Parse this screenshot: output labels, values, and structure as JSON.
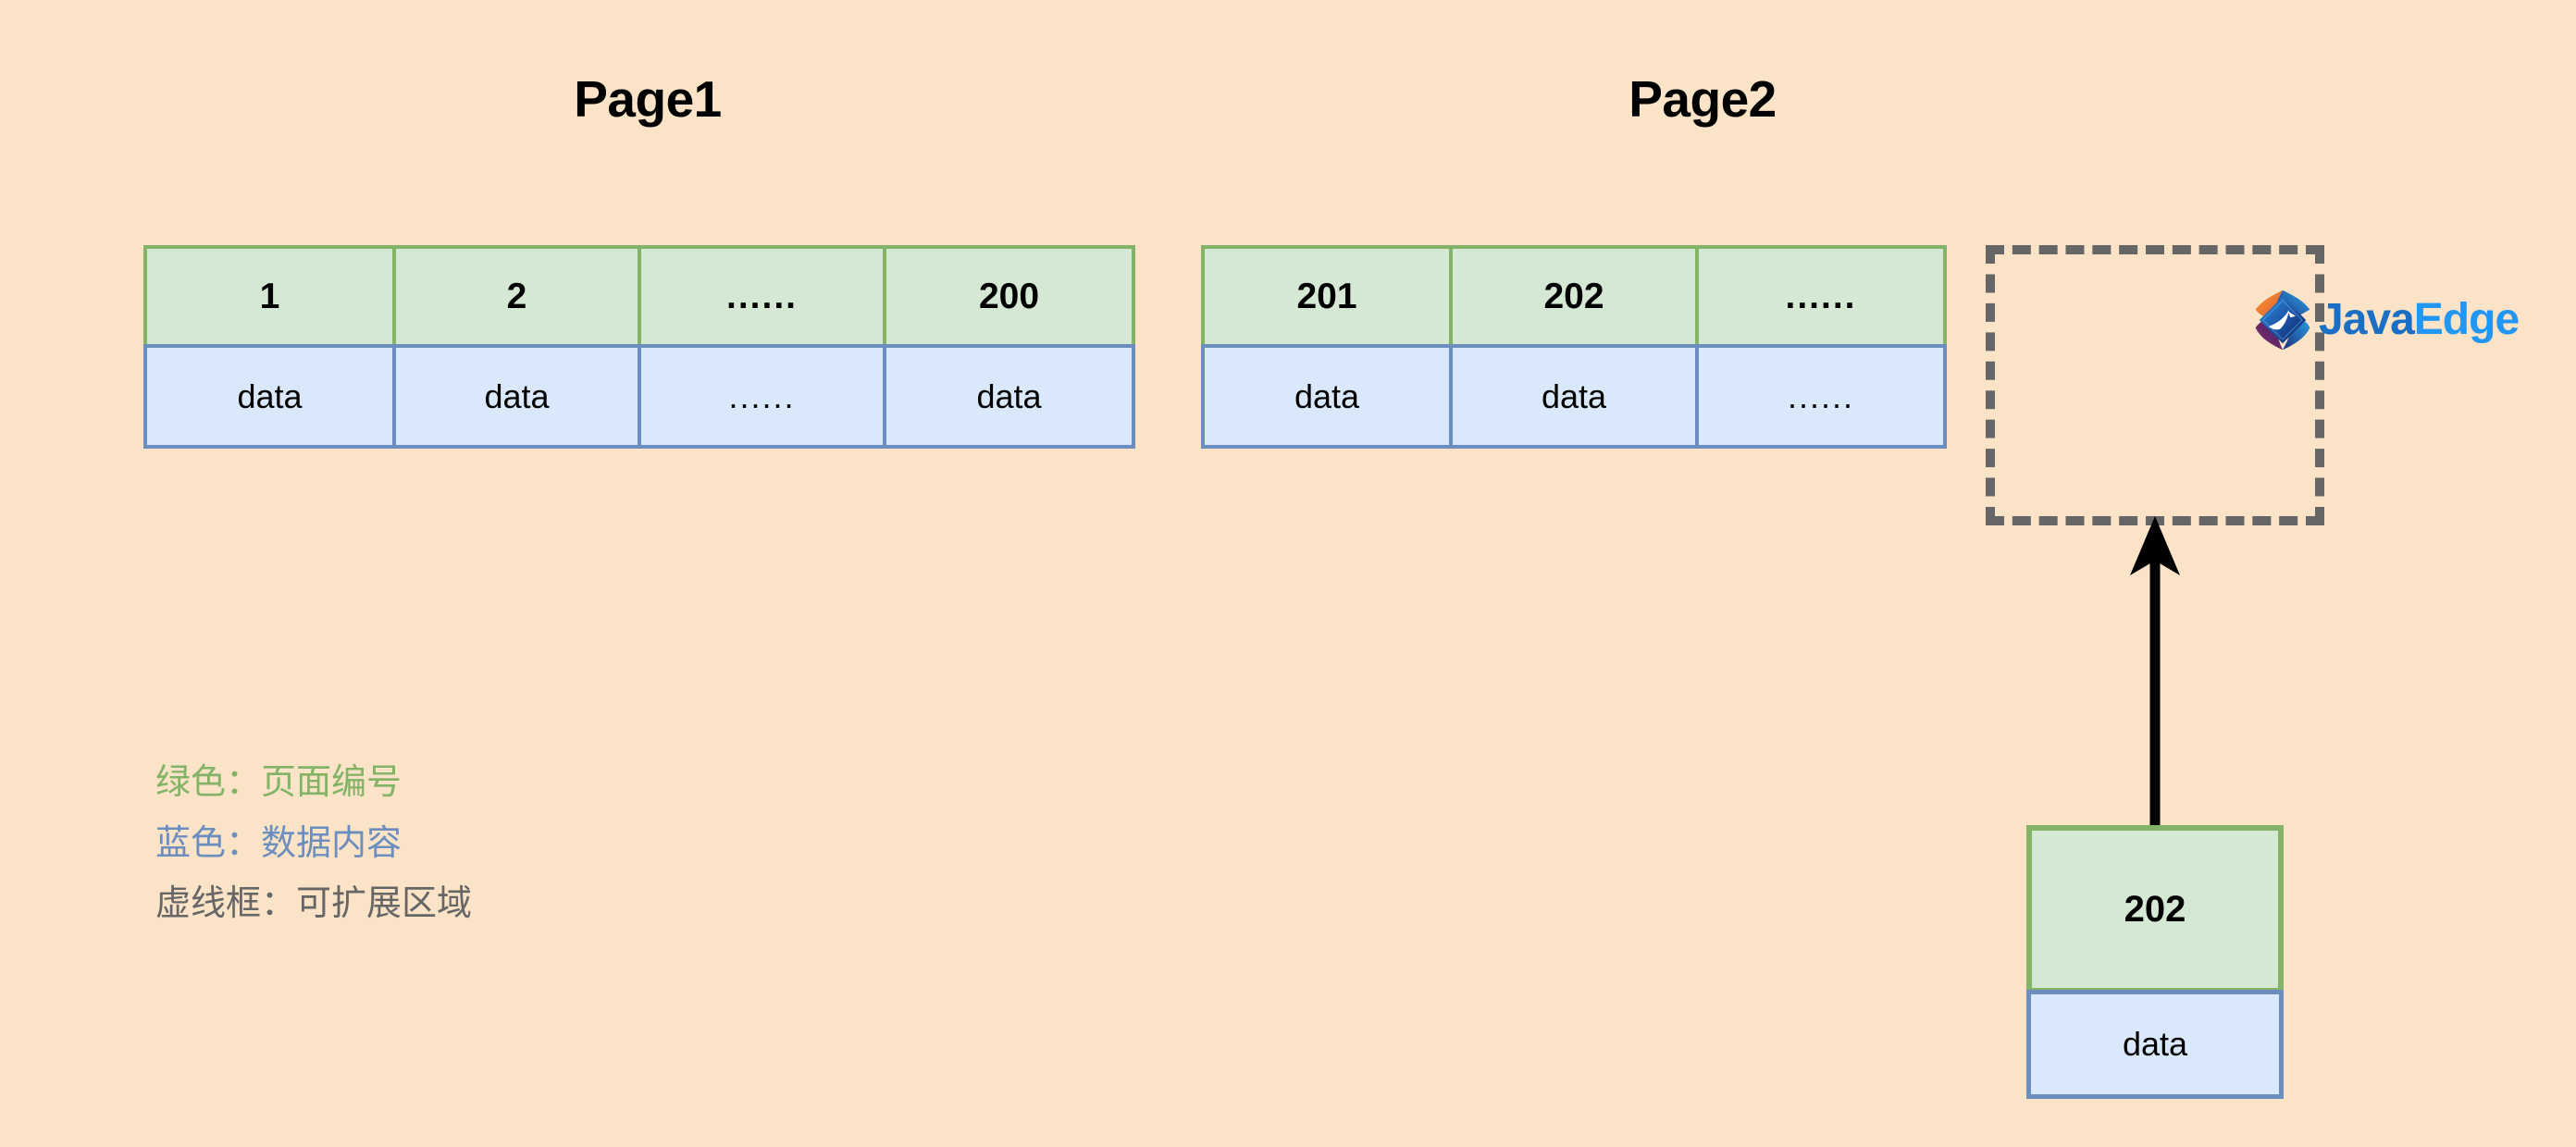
{
  "background_color": "#fae3c6",
  "colors": {
    "green_fill": "#d5e8d4",
    "green_border": "#82b366",
    "blue_fill": "#dae8fc",
    "blue_border": "#6c8ebf",
    "dashed_border": "#666666",
    "arrow": "#000000"
  },
  "pages": [
    {
      "title": "Page1",
      "ids": [
        "1",
        "2",
        "......",
        "200"
      ],
      "data": [
        "data",
        "data",
        "......",
        "data"
      ]
    },
    {
      "title": "Page2",
      "ids": [
        "201",
        "202",
        "......"
      ],
      "data": [
        "data",
        "data",
        "......"
      ]
    }
  ],
  "expandable_area": {
    "label": "",
    "style": "dashed"
  },
  "inserted_record": {
    "id": "202",
    "data": "data"
  },
  "legend": [
    {
      "key": "绿色：",
      "value": "页面编号",
      "color": "#82b366"
    },
    {
      "key": "蓝色：",
      "value": "数据内容",
      "color": "#6c8ebf"
    },
    {
      "key": "虚线框：",
      "value": "可扩展区域",
      "color": "#666666"
    }
  ],
  "legend_lines": [
    "绿色：页面编号",
    "蓝色：数据内容",
    "虚线框：可扩展区域"
  ],
  "watermark": {
    "text_primary": "Java",
    "text_secondary": "Edge",
    "full_text": "JavaEdge"
  }
}
